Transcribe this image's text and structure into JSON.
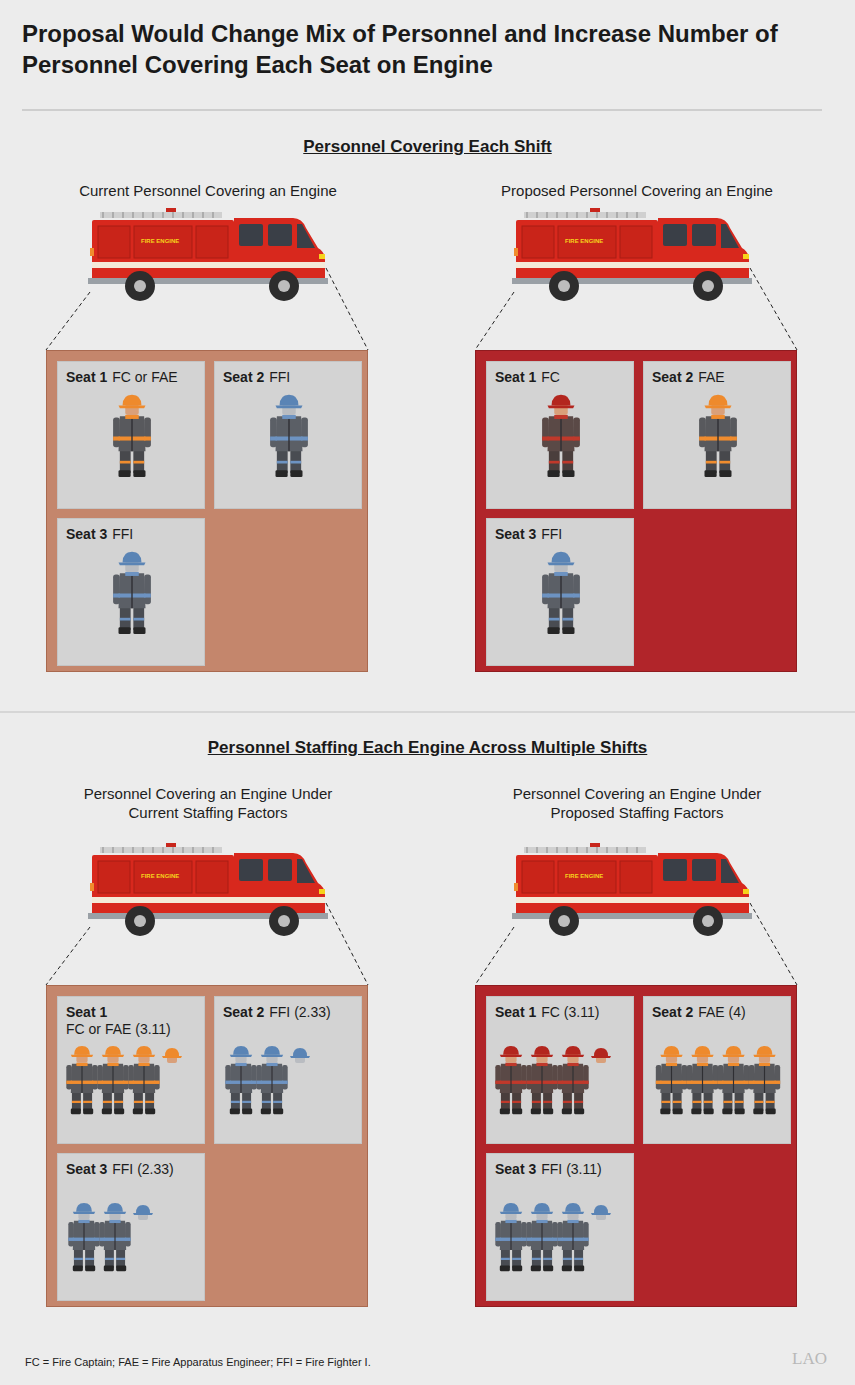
{
  "diagram": {
    "title": "Proposal Would Change Mix of Personnel and Increase Number of Personnel Covering Each Seat on Engine",
    "nodes": [
      {
        "text": [
          "Current Personnel Covering an Engine"
        ]
      },
      {
        "text": [
          "Seat 1",
          "FC or FAE"
        ],
        "in": 0
      },
      {
        "text": [
          "Seat 2",
          "FFI"
        ],
        "in": 0
      },
      {
        "text": [
          "Seat 3",
          "FFI"
        ],
        "in": 0
      },
      {
        "text": [
          "Proposed Personnel Covering an Engine"
        ]
      },
      {
        "text": [
          "Seat 1",
          "FC"
        ],
        "in": 4
      },
      {
        "text": [
          "Seat 2",
          "FAE"
        ],
        "in": 4
      },
      {
        "text": [
          "Seat 3",
          "FFI"
        ],
        "in": 4
      },
      {
        "text": [
          "Personnel Covering an Engine Under Current Staffing Factors"
        ]
      },
      {
        "text": [
          "Seat 1",
          "FC or FAE (3.11)"
        ],
        "in": 8
      },
      {
        "text": [
          "Seat 2",
          "FFI (2.33)"
        ],
        "in": 8
      },
      {
        "text": [
          "Seat 3",
          "FFI (2.33)"
        ],
        "in": 8
      },
      {
        "text": [
          "Personnel Covering an Engine Under Proposed Staffing Factors"
        ]
      },
      {
        "text": [
          "Seat 1",
          "FC (3.11)"
        ],
        "in": 12
      },
      {
        "text": [
          "Seat 2",
          "FAE (4)"
        ],
        "in": 12
      },
      {
        "text": [
          "Seat 3",
          "FFI (3.11)"
        ],
        "in": 12
      }
    ],
    "labels": [
      "Personnel Covering Each Shift",
      "FIRE ENGINE",
      "FIRE ENGINE",
      "Personnel Staffing Each Engine Across Multiple Shifts",
      "FIRE ENGINE",
      "FIRE ENGINE",
      "FC = Fire Captain; FAE = Fire Apparatus Engineer; FFI = Fire Fighter I.",
      "LAO"
    ]
  }
}
